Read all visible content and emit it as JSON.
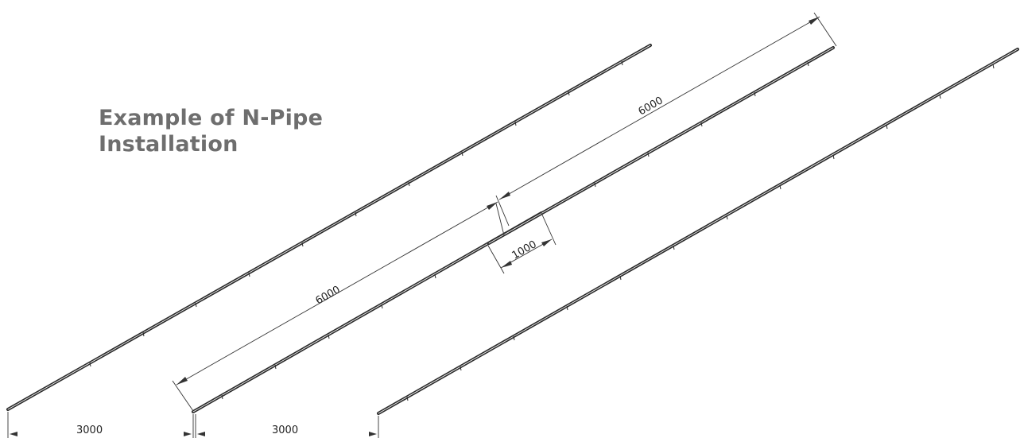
{
  "title": {
    "line1": "Example of N-Pipe",
    "line2": "Installation"
  },
  "dimensions": {
    "pipe_length_upper": "6000",
    "pipe_length_lower": "6000",
    "overlap": "1000",
    "spacing_left": "3000",
    "spacing_right": "3000"
  },
  "colors": {
    "pipe": "#2b2b2b",
    "dimension_line": "#333333",
    "title_text": "#6e6e6e"
  }
}
